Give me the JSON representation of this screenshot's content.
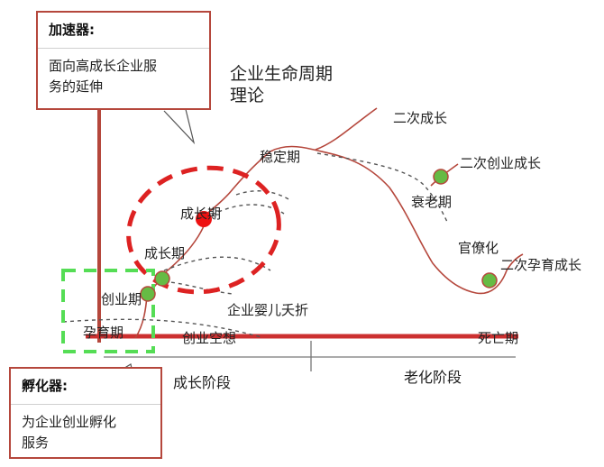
{
  "title": "企业生命周期理论",
  "title_lines": [
    "企业生命周期",
    "理论"
  ],
  "stages": {
    "pregnancy": "孕育期",
    "startup": "创业期",
    "growth_1": "成长期",
    "growth_2": "成长期",
    "stable": "稳定期",
    "decline": "衰老期",
    "bureaucracy": "官僚化",
    "death": "死亡期"
  },
  "branches": {
    "second_growth": "二次成长",
    "second_startup_growth": "二次创业成长",
    "second_pregnancy_growth": "二次孕育成长",
    "infant_death": "企业婴儿夭折",
    "startup_fantasy": "创业空想"
  },
  "phases": {
    "growth_phase": "成长阶段",
    "aging_phase": "老化阶段"
  },
  "callouts": {
    "accelerator": {
      "heading": "加速器:",
      "body_lines": [
        "面向高成长企业服",
        "务的延伸"
      ]
    },
    "incubator": {
      "heading": "孵化器:",
      "body_lines": [
        "为企业创业孵化",
        "服务"
      ]
    }
  },
  "colors": {
    "axis": "#b5473c",
    "curve": "#b5473c",
    "dashed_curve": "#555555",
    "accelerator_ring": "#dd2222",
    "incubator_ring": "#55dd55",
    "growth_marker": "#ee1111",
    "node_fill": "#66bb44",
    "callout_border": "#b5473c"
  }
}
